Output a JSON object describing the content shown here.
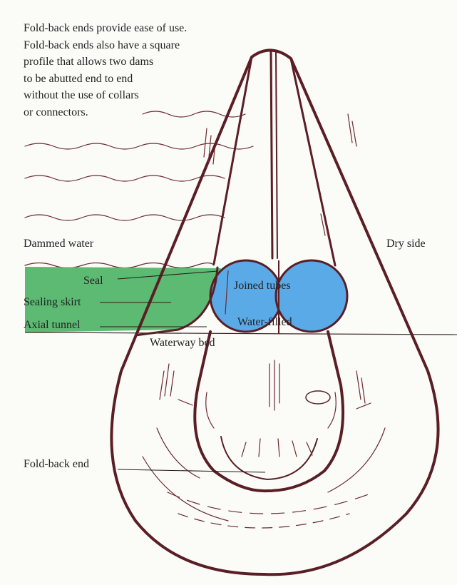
{
  "caption_lines": [
    "Fold-back ends provide ease of use.",
    "Fold-back ends also have a square",
    "profile that allows two dams",
    "to be abutted end to end",
    "without the use of collars",
    "or connectors."
  ],
  "labels": {
    "dammed_water": "Dammed water",
    "dry_side": "Dry side",
    "seal": "Seal",
    "sealing_skirt": "Sealing skirt",
    "axial_tunnel": "Axial tunnel",
    "joined_tubes": "Joined tubes",
    "water_filled": "Water-filled",
    "waterway_bed": "Waterway bed",
    "fold_back_end": "Fold-back end"
  },
  "colors": {
    "water_green": "#5cba73",
    "tube_blue": "#5aaae8",
    "outline": "#5a1e25",
    "background": "#fbfbf8"
  }
}
